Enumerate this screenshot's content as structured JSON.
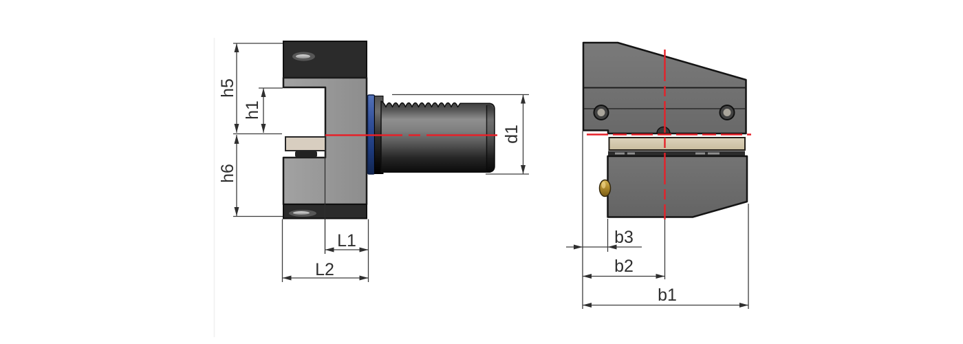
{
  "drawing": {
    "kind": "technical-drawing-two-views-tool-holder",
    "views": {
      "side_view": {
        "dimension_labels": [
          "h5",
          "h1",
          "h6",
          "d1",
          "L1",
          "L2"
        ]
      },
      "front_view": {
        "dimension_labels": [
          "b3",
          "b2",
          "b1"
        ]
      }
    },
    "labels": {
      "h5": "h5",
      "h1": "h1",
      "h6": "h6",
      "d1": "d1",
      "l1": "L1",
      "l2": "L2",
      "b3": "b3",
      "b2": "b2",
      "b1": "b1"
    },
    "colors": {
      "body_gray": "#9a9a9a",
      "front_body_gray": "#717171",
      "cap_black": "#2b2b2b",
      "insert_tan": "#d8cec0",
      "strip_tan": "#d3c7a9",
      "ring_blue": "#2a4687",
      "centerline_red": "#e62129",
      "screw_brass": "#b8983f",
      "dimension_ink": "#3c3c3c"
    }
  }
}
